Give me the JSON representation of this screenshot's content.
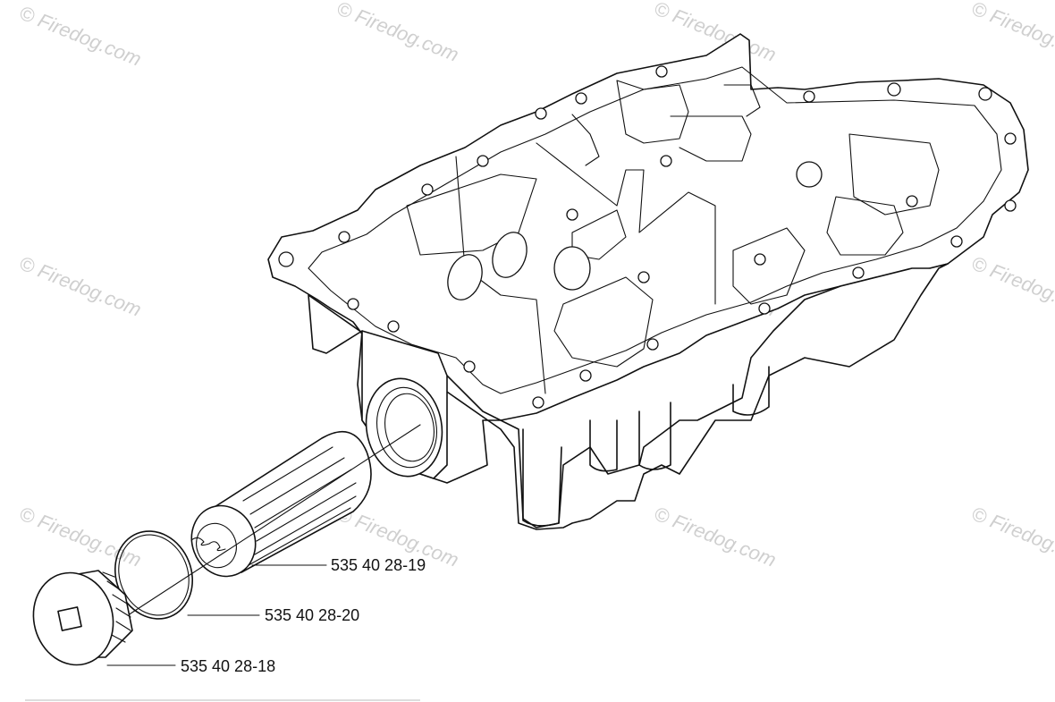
{
  "watermark": {
    "text": "© Firedog.com",
    "color": "#cfcfcf"
  },
  "callouts": [
    {
      "part_number": "535 40 28-19"
    },
    {
      "part_number": "535 40 28-20"
    },
    {
      "part_number": "535 40 28-18"
    }
  ],
  "colors": {
    "line": "#111111",
    "background": "#ffffff"
  }
}
